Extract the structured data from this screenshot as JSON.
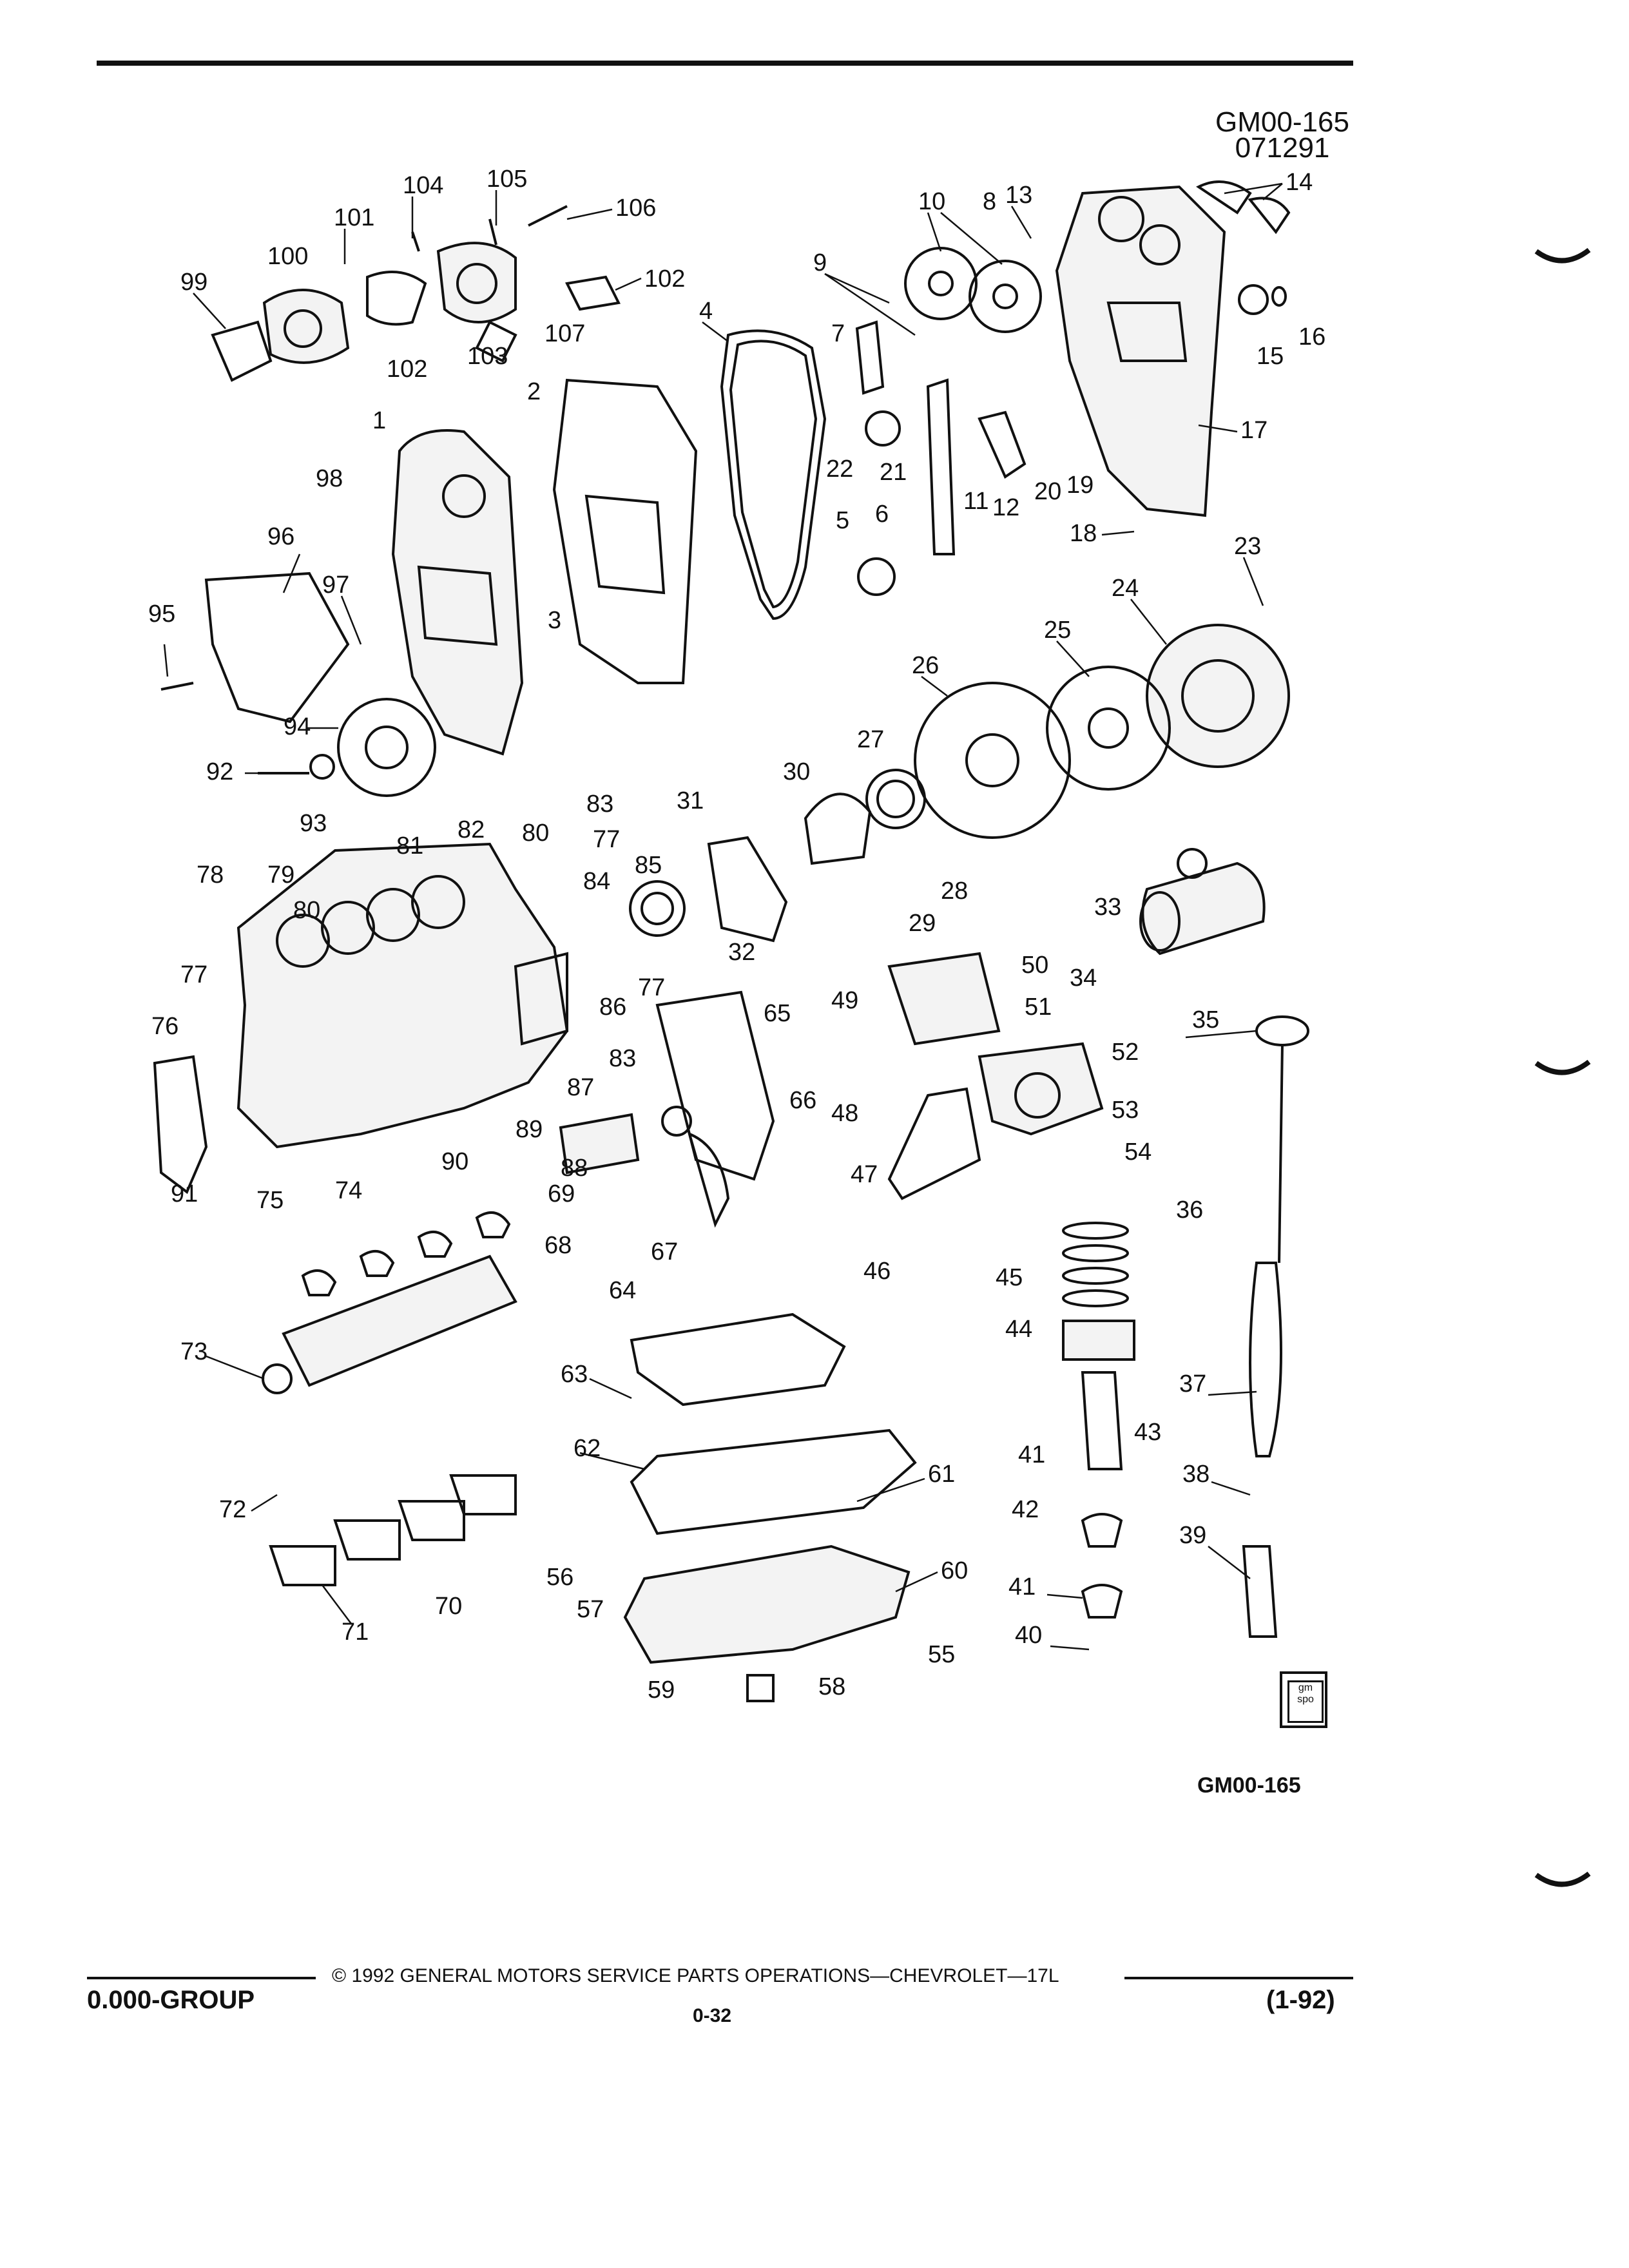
{
  "header": {
    "figure_code": "GM00-165",
    "date_code": "071291"
  },
  "figure_code_bottom": "GM00-165",
  "logo": {
    "icon": "gm-spo-logo-icon",
    "text": "gm spo"
  },
  "footer": {
    "copyright": "© 1992 GENERAL MOTORS SERVICE PARTS OPERATIONS—CHEVROLET—17L",
    "group": "0.000-GROUP",
    "page": "0-32",
    "revision": "(1-92)"
  },
  "callouts": {
    "c1": "1",
    "c2": "2",
    "c3": "3",
    "c4": "4",
    "c5": "5",
    "c6": "6",
    "c7": "7",
    "c8": "8",
    "c9": "9",
    "c10": "10",
    "c11": "11",
    "c12": "12",
    "c13": "13",
    "c14": "14",
    "c15": "15",
    "c16": "16",
    "c17": "17",
    "c18": "18",
    "c19": "19",
    "c20": "20",
    "c21": "21",
    "c22": "22",
    "c23": "23",
    "c24": "24",
    "c25": "25",
    "c26": "26",
    "c27": "27",
    "c28": "28",
    "c29": "29",
    "c30": "30",
    "c31": "31",
    "c32": "32",
    "c33": "33",
    "c34": "34",
    "c35": "35",
    "c36": "36",
    "c37": "37",
    "c38": "38",
    "c39": "39",
    "c40": "40",
    "c41a": "41",
    "c41b": "41",
    "c42": "42",
    "c43": "43",
    "c44": "44",
    "c45": "45",
    "c46": "46",
    "c47": "47",
    "c48": "48",
    "c49": "49",
    "c50": "50",
    "c51": "51",
    "c52": "52",
    "c53": "53",
    "c54": "54",
    "c55": "55",
    "c56": "56",
    "c57": "57",
    "c58": "58",
    "c59": "59",
    "c60": "60",
    "c61": "61",
    "c62": "62",
    "c63": "63",
    "c64": "64",
    "c65": "65",
    "c66": "66",
    "c67": "67",
    "c68": "68",
    "c69": "69",
    "c70": "70",
    "c71": "71",
    "c72": "72",
    "c73": "73",
    "c74": "74",
    "c75": "75",
    "c76": "76",
    "c77a": "77",
    "c77b": "77",
    "c77c": "77",
    "c78": "78",
    "c79": "79",
    "c80a": "80",
    "c80b": "80",
    "c81": "81",
    "c82": "82",
    "c83a": "83",
    "c83b": "83",
    "c84": "84",
    "c85": "85",
    "c86": "86",
    "c87": "87",
    "c88": "88",
    "c89": "89",
    "c90": "90",
    "c91": "91",
    "c92": "92",
    "c93": "93",
    "c94": "94",
    "c95": "95",
    "c96": "96",
    "c97": "97",
    "c98": "98",
    "c99": "99",
    "c100": "100",
    "c101": "101",
    "c102a": "102",
    "c102b": "102",
    "c103": "103",
    "c104": "104",
    "c105": "105",
    "c106": "106",
    "c107": "107"
  }
}
